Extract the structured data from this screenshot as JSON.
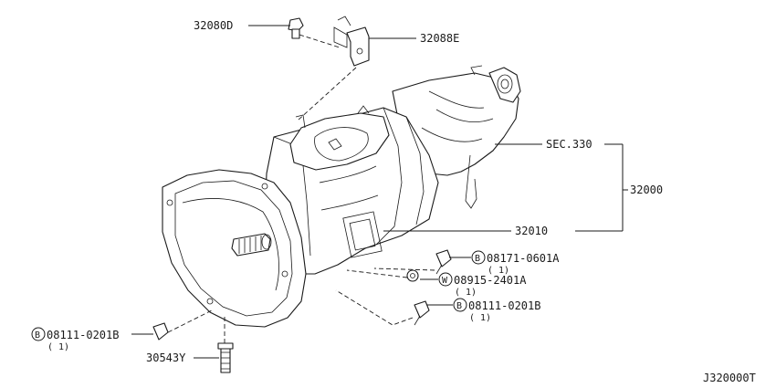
{
  "diagram": {
    "drawing_code": "J320000T",
    "labels": {
      "bolt_top": "32080D",
      "bracket": "32088E",
      "sec_ref": "SEC.330",
      "assembly": "32000",
      "transmission": "32010",
      "bolt_1": "08171-0601A",
      "washer": "08915-2401A",
      "bolt_2": "08111-0201B",
      "bolt_left": "08111-0201B",
      "sensor": "30543Y"
    },
    "prefixes": {
      "bolt_1": "B",
      "washer": "W",
      "bolt_2": "B",
      "bolt_left": "B"
    },
    "quantities": {
      "bolt_1": "( 1)",
      "washer": "( 1)",
      "bolt_2": "( 1)",
      "bolt_left": "( 1)"
    }
  }
}
